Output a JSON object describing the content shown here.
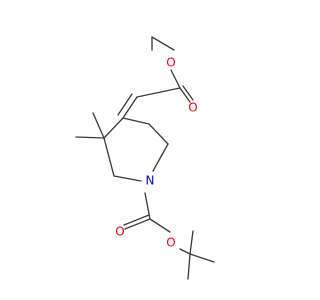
{
  "molecule": {
    "atoms": [
      {
        "id": "O_ester_top",
        "symbol": "O",
        "color": "#e8001c"
      },
      {
        "id": "O_carbonyl_top",
        "symbol": "O",
        "color": "#e8001c"
      },
      {
        "id": "N_ring",
        "symbol": "N",
        "color": "#0000e8"
      },
      {
        "id": "O_carbonyl_boc",
        "symbol": "O",
        "color": "#e8001c"
      },
      {
        "id": "O_ester_boc",
        "symbol": "O",
        "color": "#e8001c"
      }
    ],
    "bond_color": "#3c3c3c"
  }
}
